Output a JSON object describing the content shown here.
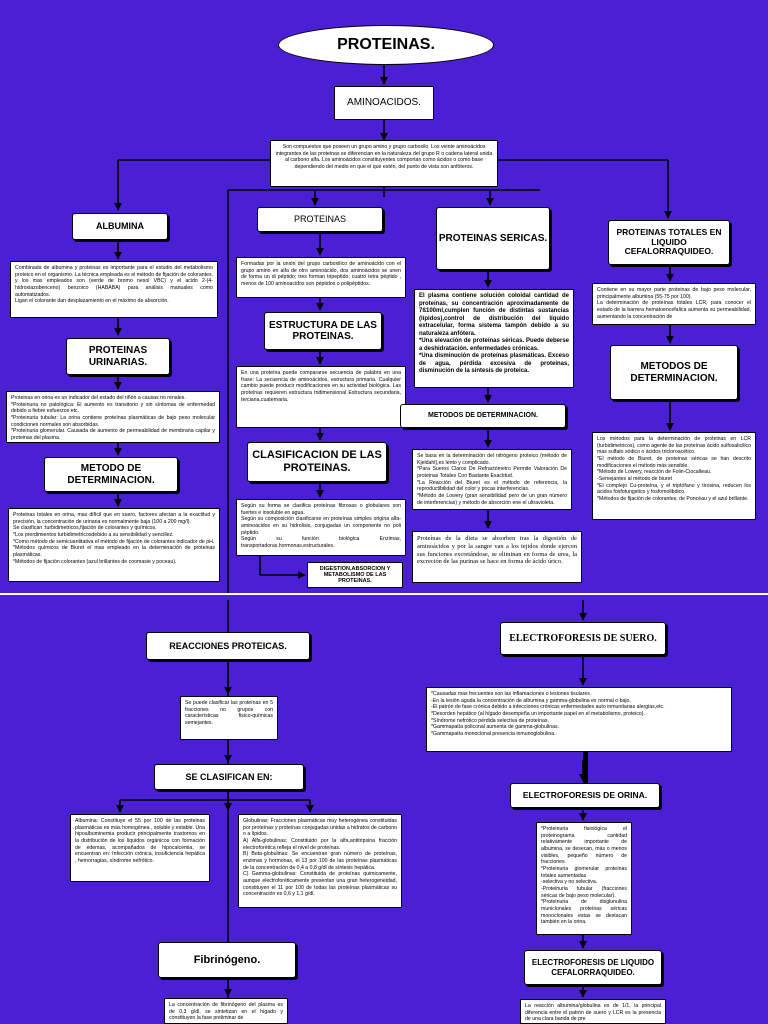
{
  "main_title": "PROTEINAS.",
  "aminoacidos": {
    "title": "AMINOACIDOS.",
    "text": "Son compuestos que poseen un grupo amino y grupo carboxilo. Los veinte aminoácidos integrantes de las proteinas se diferencian en la naturaleza del grupo R o cadena lateral unida al carbono alfa. Los aminoácidos constituyentes comportan como ácidos o como base dependiendo del medio en que el que estén, del punto de vista son anfóteros."
  },
  "albumina": {
    "title": "ALBUMINA",
    "text": "Combinada de albumina y proteinas es importante para el estudio del metabolismo proteico en el organismo. La técnica empleada es el método de fijación de colorantes, y los mas empleados son (verde de bromo nesol VBC) y el acido 2-(4-hidroxiazobenceno) benzoico (HABABA) para análisis manuales como automatizados.\nLigan el colorante dan desplazamiento en el máximo de absorción."
  },
  "urinarias": {
    "title": "PROTEINAS URINARIAS.",
    "text": "Proteinas en orina es un indicador del estado del riñón a causas no renales.\n*Proteinuria no patológica: El aumento es transitorio y sin síntomas de enfermedad debido a fiebre esfuerzos etc.\n*Proteinuria tubular: La orina contiene proteínas plasmáticas de bajo peso molecular condiciones normales son absorbidas.\n*Proteinuria glomerular. Causada de aumento de permeabilidad de membrana capilar y proteinas del plasma."
  },
  "metodo_det_izq": {
    "title": "METODO DE DETERMINACION.",
    "text": "Proteinas totales en orina, mas difícil que en suero, factores afectan a la exactitud y precisión, la concentración de urinaria es normalmente baja (100 a 200 mg/l).\nSe clasifican :turbidimetricos,fijación de colorantes y químicos.\n*Los prerdimientos turbidimetricosdebido a su sensibilidad y sencillez.\n*Como método de semicuantitativa el método de fijación de colorantes indicador de pH.\n*Métodos químicos de Biuret el mas empleado en la determinación de proteinas plasmáticas.\n*Métodos de fijación colorantes (azul brillantes de coomasie y poceau)."
  },
  "proteinas_col": {
    "title": "PROTEINAS",
    "text": "Formadas por la unión del grupo carboxilico de aminoácido con el grupo amino en alfa de otro aminoácido, dos aminoácidos se unen de forma un di péptido; tres forman tripeptido; cuatro tetra péptido , menos de 100 aminoacidos son péptidos o polipéptidos."
  },
  "estructura": {
    "title": "ESTRUCTURA DE LAS PROTEINAS.",
    "text": "En una proteína puede compararse secuencia de palabra en una frase: La secuencia de aminoácidos, estructura primaria. Cualquier cambio puede producir modificaciones en su actividad biológica. Las proteínas requieren estructura tridimensional Estructura secundaria, terciaria,cuaternaria."
  },
  "clasificacion": {
    "title": "CLASIFICACION DE LAS PROTEINAS.",
    "text": "Según su forma se clasifica proteínas fibrosas o globulares son fuertes e insoluble en agua.\nSegún su composición clasificarse en proteínas simples origina alfa-aminoácidos en su hidrolisis, conjugadas un componente no poli péptido.\nSegún su función biológica Enzimas, transportadoras,hormonas,estructurales."
  },
  "digestion": {
    "title": "DIGESTION,ABSORCION Y METABOLISMO DE LAS PROTEINAS.",
    "text": "Proteínas de la dieta se absorben tras la digestión de aminoácidos y por la sangre van a los tejidos donde ejercen sus funciones excretándose, se eliminan en forma de urea, la excreción de las purinas se hace en forma de ácido úrico."
  },
  "sericas": {
    "title": "PROTEINAS SERICAS.",
    "text": "El plasma contiene solución coloidal cantidad de proteinas, su concentración aproximadamente de 7ß100ml,cumplen función de distintas sustancias (lípidos),control de distribución del líquido extracelular, forma sistema tampón debido a su naturaleza anfótera.\n*Una elevación de proteínas séricas. Puede deberse a deshidratación. enfermedades crónicas.\n*Una disminución de proteínas plasmáticas. Exceso de agua, pérdida excesiva de proteínas, disminución de la síntesis de proteica."
  },
  "metodos_det_centro": {
    "title": "METODOS DE DETERMINACION.",
    "text": "Se basa en la determinación del nitrógeno proteico (método de Kjeldahl),es lento y complicado.\n*Para Sueros Claros De Refractómetro Permite Valoración De proteinas Totales Con Bastante Exactitud.\n*La Reacción del Biuret es el método de referencia, la reproductibilidad del color y pocas interferencias.\n*Método de Lowery (gran sensibilidad pero de un gran número de interferencias) y método de absorción ene el ultravioleta."
  },
  "lcr": {
    "title": "PROTEINAS TOTALES EN LIQUIDO CEFALORRAQUIDEO.",
    "text": "Contiene en su mayor parte proteinas de bajo peso molecular, principalmente albumina (55-75 por 100).\nLa determinación de proteínas totales LCR, para conocer el estado de la barrera hematoencefalica aumenta su permeabilidad, aumentando la concentración de"
  },
  "metodos_det_der": {
    "title": "METODOS DE DETERMINACION.",
    "text": "Los métodos para la determinación de proteinas en LCR (turbidimetricos), como agente de las proteínas ácido sulfosalicilico mas sulfato sódico o ácidos tricloroacético.\n*El método de Biuret, de proteinas séricas se han descrito modificaciones el método más sensible.\n*Método de Lowery, reacción de Folin-Ciocalteau.\n-Semejantes al método de biuret\n*El complejo Cu-proteína, y el triptófano y tirosina, reducen los ácidos fosfotungstico y fosfomolibdico.\n*Métodos de fijación de colorantes, de Poncèau y el azul brillante."
  },
  "reacciones": {
    "title": "REACCIONES PROTEICAS.",
    "text": "Se puede clasificar las proteínas en 5 fracciones no grupos con características fisico-químicas semejantes."
  },
  "se_clasifican": {
    "title": "SE CLASIFICAN EN:"
  },
  "albumina2": {
    "text": "Albumina: Constituye el 55 por 100 de las proteinas plasmáticas es más homogénea , soluble y estable. Una hipoalbuminemia producir principalmente trastornos en la distribución de los líquidos orgánicos con formación de edemas, acompañados de hipocalcemia, se encuentran en: Infección crónica, insuficiencia hepática , hemorragias, síndrome nefrótico."
  },
  "globulinas": {
    "text": "Globulinas: Fracciones plasmáticas muy heterogénea constituidas por proteínas y proteínas conjugadas unidas a hidratos de carbono o a lípidos.\nA) Alfa-globulinas: Constituido por la alfa,antitripsina fracción electroforética refleja el nivel de proteínas.\nB) Beta-globulinas: Se encuentran gran número de proteínas, enzimas y hormonas, el 13 por 100 de las proteínas plasmáticas de la concentración de 0,4 a 0,8 g/dl de síntesis hepática.\nC) Gamma-globulinas: Constituida de proteínas quimicamente, aunque electroforéticamente presentan una gran heterogeneidad, constituyen el 11 por 100 de todas las proteínas plasmáticas su concentración es 0,6 y 1,1 g/dl."
  },
  "fibrinogeno": {
    "title": "Fibrinógeno.",
    "text": "La concentración de fibrinógeno del plasma es de 0,3 g/dl, se sintetizan en el hígado y constituyen la fase preliminar de"
  },
  "electro_suero": {
    "title": "ELECTROFORESIS DE SUERO.",
    "text": "*Causadas mas frecuentes son las inflamaciones o lesiones tisulares.\n-En la lesión aguda la concentración de albumina y gamma-globulina es normal o bajo.\n-El patrón de fase crónica debido a infecciones crónicas enfermedades auto inmunitarias alergias,etc.\n*Desorden hepático (al hígado desempeña un importante papel en el metabolismo, proteico).\n*Síndrome nefrótico pérdida selectiva de proteínas.\n*Gammapatía policonal aumenta de gamma-globulinas.\n*Gammapatía monoclonal presencia inmunoglobulina."
  },
  "electro_orina": {
    "title": "ELECTROFORESIS DE ORINA.",
    "text": "*Proteinuria fisiológica el proteinograma cantidad relativamente importante de albumina, se desecan, más o menos visibles, pequeño número de fracciones.\n*Proteinuria glomerular proteínas totales aumentadas\n-selectiva y no selectiva.\n-Proteinuria tubular (fracciones séricas de bajo peso molecular).\n*Proteinuria de disglunulina municlonales proteínas séricas monoclonales estas se destacan también en la orina."
  },
  "electro_lcr": {
    "title": "ELECTROFORESIS DE LIQUIDO CEFALORRAQUIDEO.",
    "text": "La reacción albumina/globulina es de 1/1, la principal diferencia entre el patrón de suero y LCR es la presencia de una clara banda de pre"
  }
}
